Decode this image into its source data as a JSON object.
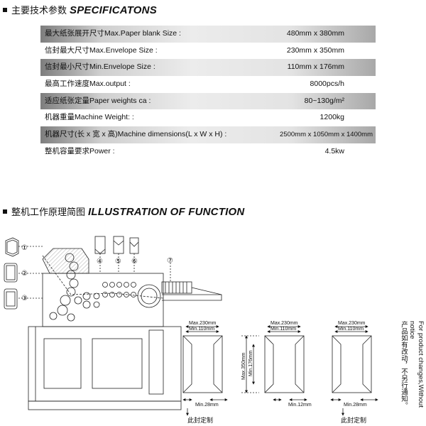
{
  "spec_section": {
    "title_cn": "主要技术参数",
    "title_en": "SPECIFICATONS",
    "rows": [
      {
        "label": "最大纸张展开尺寸Max.Paper blank Size :",
        "value": "480mm x 380mm",
        "shaded": true
      },
      {
        "label": "信封最大尺寸Max.Envelope Size :",
        "value": "230mm x 350mm",
        "shaded": false
      },
      {
        "label": "信封最小尺寸Min.Envelope Size :",
        "value": "110mm x 176mm",
        "shaded": true
      },
      {
        "label": "最高工作速度Max.output :",
        "value": "8000pcs/h",
        "shaded": false
      },
      {
        "label": "适应纸张定量Paper weights ca :",
        "value": "80~130g/m²",
        "shaded": true
      },
      {
        "label": "机器重量Machine Weight: :",
        "value": "1200kg",
        "shaded": false
      },
      {
        "label": "机器尺寸(长 x 宽 x 高)Machine dimensions(L x W x H) :",
        "value": "2500mm x 1050mm x 1400mm",
        "shaded": true
      },
      {
        "label": "整机容量要求Power :",
        "value": "4.5kw",
        "shaded": false
      }
    ]
  },
  "function_section": {
    "title_cn": "整机工作原理简图",
    "title_en": "ILLUSTRATION OF FUNCTION"
  },
  "diagram": {
    "callouts": [
      "①",
      "②",
      "③",
      "④",
      "⑤",
      "⑥",
      "⑦"
    ],
    "labels": {
      "max230": "Max.230mm",
      "min110": "Min.110mm",
      "max350": "Max.350mm",
      "min176": "Min.176mm",
      "min28": "Min.28mm",
      "min12": "Min.12mm",
      "custom": "此封定制"
    }
  },
  "side_note": {
    "line1": "For product changes,Without notice",
    "line2": "产品如有改动，不另行通知。"
  }
}
